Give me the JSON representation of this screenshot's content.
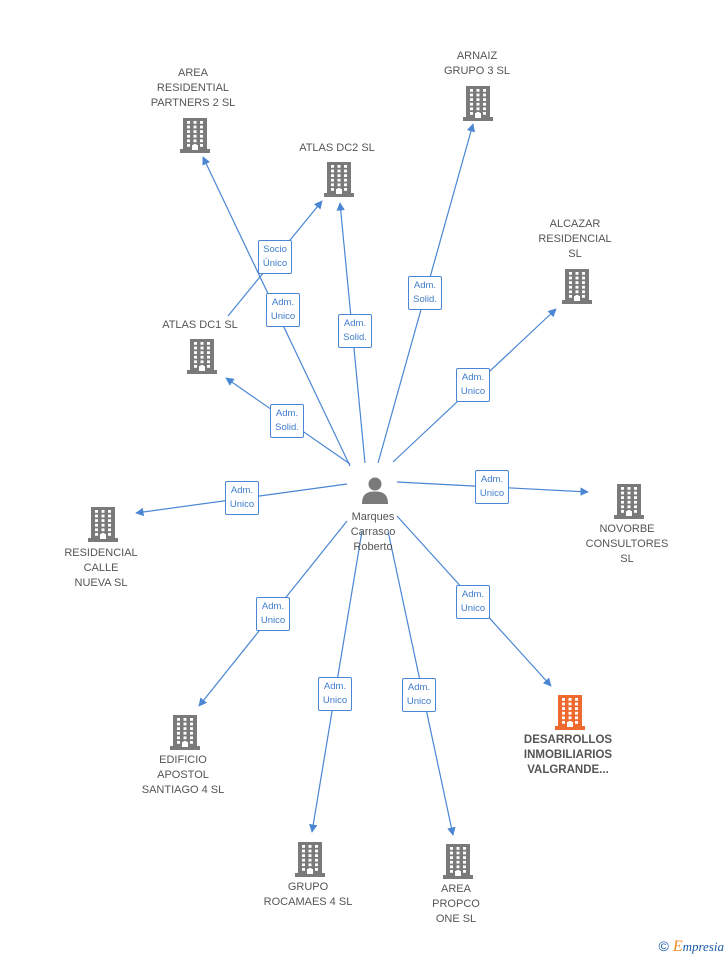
{
  "colors": {
    "edge": "#4a86d4",
    "building": "#7a7a7a",
    "highlight": "#ee6a2f",
    "person": "#7a7a7a"
  },
  "center": {
    "name": "Marques\nCarrasco\nRoberto",
    "icon": "person-icon"
  },
  "companies": [
    {
      "id": "area-residential",
      "name": "AREA\nRESIDENTIAL\nPARTNERS 2  SL",
      "highlight": false
    },
    {
      "id": "atlas-dc2",
      "name": "ATLAS DC2  SL",
      "highlight": false
    },
    {
      "id": "arnaiz",
      "name": "ARNAIZ\nGRUPO 3  SL",
      "highlight": false
    },
    {
      "id": "alcazar",
      "name": "ALCAZAR\nRESIDENCIAL\nSL",
      "highlight": false
    },
    {
      "id": "atlas-dc1",
      "name": "ATLAS DC1  SL",
      "highlight": false
    },
    {
      "id": "novorbe",
      "name": "NOVORBE\nCONSULTORES\nSL",
      "highlight": false
    },
    {
      "id": "residencial-calle",
      "name": "RESIDENCIAL\nCALLE\nNUEVA  SL",
      "highlight": false
    },
    {
      "id": "desarrollos",
      "name": "DESARROLLOS\nINMOBILIARIOS\nVALGRANDE...",
      "highlight": true
    },
    {
      "id": "edificio",
      "name": "EDIFICIO\nAPOSTOL\nSANTIAGO 4  SL",
      "highlight": false
    },
    {
      "id": "grupo-rocamaes",
      "name": "GRUPO\nROCAMAES 4 SL",
      "highlight": false
    },
    {
      "id": "area-propco",
      "name": "AREA\nPROPCO\nONE  SL",
      "highlight": false
    }
  ],
  "edges": [
    {
      "from": "center",
      "to": "area-residential",
      "label": "Adm.\nUnico"
    },
    {
      "from": "center",
      "to": "atlas-dc2",
      "label": "Adm.\nSolid."
    },
    {
      "from": "center",
      "to": "arnaiz",
      "label": "Adm.\nSolid."
    },
    {
      "from": "center",
      "to": "alcazar",
      "label": "Adm.\nUnico"
    },
    {
      "from": "center",
      "to": "atlas-dc1",
      "label": "Adm.\nSolid."
    },
    {
      "from": "center",
      "to": "novorbe",
      "label": "Adm.\nUnico"
    },
    {
      "from": "center",
      "to": "residencial-calle",
      "label": "Adm.\nUnico"
    },
    {
      "from": "center",
      "to": "desarrollos",
      "label": "Adm.\nUnico"
    },
    {
      "from": "center",
      "to": "edificio",
      "label": "Adm.\nUnico"
    },
    {
      "from": "center",
      "to": "grupo-rocamaes",
      "label": "Adm.\nUnico"
    },
    {
      "from": "center",
      "to": "area-propco",
      "label": "Adm.\nUnico"
    },
    {
      "from": "atlas-dc1",
      "to": "atlas-dc2",
      "label": "Socio\nÚnico"
    }
  ],
  "footer": {
    "copyright": "©",
    "brand_first": "E",
    "brand_rest": "mpresia"
  }
}
